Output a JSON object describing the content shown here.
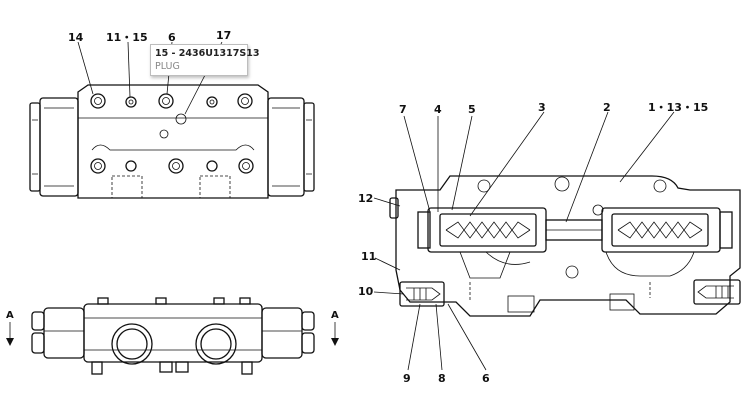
{
  "callouts": {
    "top_view": {
      "c14": "14",
      "c11_15": "11・15",
      "c6": "6",
      "c17": "17"
    },
    "section_view": {
      "c7": "7",
      "c4": "4",
      "c5": "5",
      "c3": "3",
      "c2": "2",
      "c1_13_15": "1・13・15",
      "c12": "12",
      "c11": "11",
      "c10": "10",
      "c9": "9",
      "c8": "8",
      "c6b": "6"
    },
    "section_marks": {
      "left": "A",
      "right": "A"
    }
  },
  "tooltip": {
    "title": "15 - 2436U1317S13",
    "subtitle": "PLUG"
  }
}
